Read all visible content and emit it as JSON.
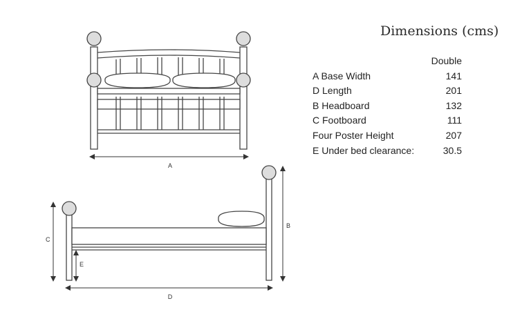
{
  "title": "Dimensions (cms)",
  "table": {
    "column_header": "Double",
    "rows": [
      {
        "label": "A Base Width",
        "value": "141"
      },
      {
        "label": "D Length",
        "value": "201"
      },
      {
        "label": "B Headboard",
        "value": "132"
      },
      {
        "label": "C Footboard",
        "value": "111"
      },
      {
        "label": "Four Poster Height",
        "value": "207"
      },
      {
        "label": "E Under bed clearance:",
        "value": "30.5"
      }
    ]
  },
  "dimension_letters": {
    "a": "A",
    "b": "B",
    "c": "C",
    "d": "D",
    "e": "E"
  }
}
